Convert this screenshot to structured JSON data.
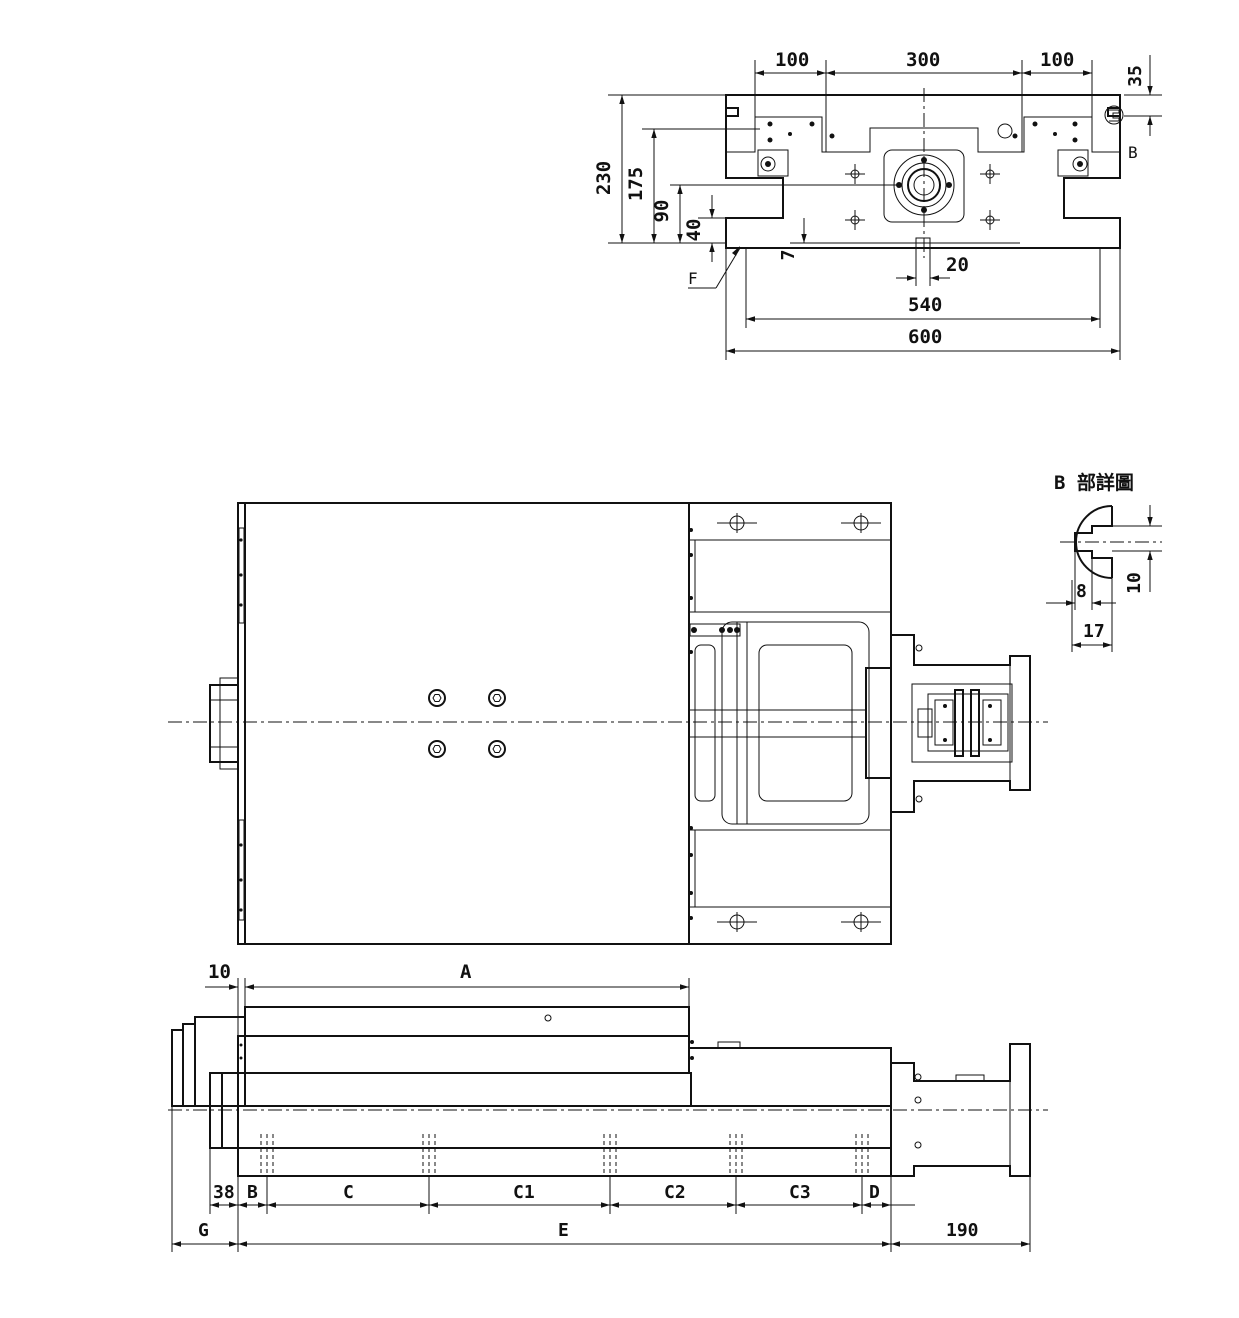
{
  "top_view": {
    "dims": {
      "w100_left": "100",
      "w300": "300",
      "w100_right": "100",
      "h35": "35",
      "h230": "230",
      "h175": "175",
      "h90": "90",
      "h40": "40",
      "h7": "7",
      "w20": "20",
      "w540": "540",
      "w600": "600"
    },
    "labels": {
      "detail_ref": "B",
      "surface_ref": "F"
    }
  },
  "detail_b": {
    "title": "B 部詳圖",
    "dims": {
      "d8": "8",
      "d10": "10",
      "d17": "17"
    }
  },
  "side_view": {
    "dims": {
      "d10": "10",
      "A": "A",
      "d38": "38",
      "B": "B",
      "C": "C",
      "C1": "C1",
      "C2": "C2",
      "C3": "C3",
      "D": "D",
      "G": "G",
      "E": "E",
      "d190": "190"
    }
  }
}
